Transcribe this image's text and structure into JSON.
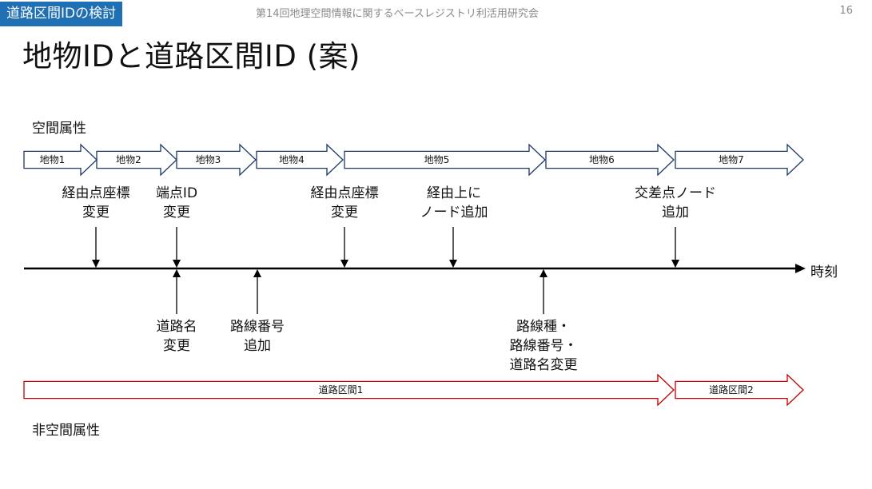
{
  "header": {
    "tag": "道路区間IDの検討",
    "conference": "第14回地理空間情報に関するベースレジストリ利活用研究会",
    "page_number": "16"
  },
  "title": "地物IDと道路区間ID (案)",
  "spatial_label": "空間属性",
  "nonspatial_label": "非空間属性",
  "timeline_label": "時刻",
  "features": [
    "地物1",
    "地物2",
    "地物3",
    "地物4",
    "地物5",
    "地物6",
    "地物7"
  ],
  "road_sections": [
    "道路区間1",
    "道路区間2"
  ],
  "events_above": [
    "経由点座標\n変更",
    "端点ID\n変更",
    "経由点座標\n変更",
    "経由上に\nノード追加",
    "交差点ノード\n追加"
  ],
  "events_below": [
    "道路名\n変更",
    "路線番号\n追加",
    "路線種・\n路線番号・\n道路名変更"
  ],
  "colors": {
    "feature_arrow": "#1f3864",
    "road_arrow": "#c00000",
    "tag_bg": "#1f6fb5"
  }
}
